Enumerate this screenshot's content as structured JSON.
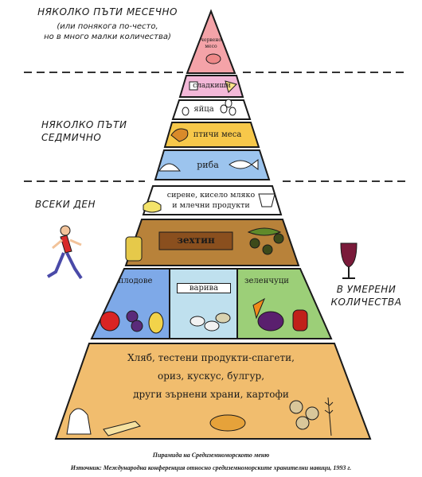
{
  "sections": {
    "monthly": {
      "title": "НЯКОЛКО ПЪТИ МЕСЕЧНО",
      "note_line1": "(или понякога по-често,",
      "note_line2": "но в много малки количества)"
    },
    "weekly": {
      "line1": "НЯКОЛКО ПЪТИ",
      "line2": "СЕДМИЧНО"
    },
    "daily": {
      "title": "ВСЕКИ ДЕН"
    },
    "moderate": {
      "line1": "В УМЕРЕНИ",
      "line2": "КОЛИЧЕСТВА"
    }
  },
  "tiers": {
    "red_meat": {
      "line1": "червено",
      "line2": "месо"
    },
    "sweets": "сладкиши",
    "eggs": "яйца",
    "poultry": "птичи меса",
    "fish": "риба",
    "dairy": {
      "line1": "сирене, кисело мляко",
      "line2": "и млечни продукти"
    },
    "olive_oil": "зехтин",
    "fruits": "плодове",
    "legumes": "варива",
    "vegetables": "зеленчуци",
    "grains": {
      "line1": "Хляб, тестени продукти-спагети,",
      "line2": "ориз, кускус, булгур,",
      "line3": "други зърнени храни, картофи"
    }
  },
  "caption": {
    "title": "Пирамида на Средиземноморското меню",
    "source": "Източник: Международна конференция относно средиземноморските хранителни навици, 1993 г."
  },
  "colors": {
    "red_meat": "#f4a3a8",
    "sweets": "#f3b8d8",
    "eggs": "#ffffff",
    "poultry": "#f7c84a",
    "fish": "#9cc4ee",
    "dairy": "#ffffff",
    "olive_oil": "#b8823a",
    "fruits": "#7ea9e8",
    "legumes": "#bfe0ee",
    "vegetables": "#9ccf78",
    "grains": "#f1bd6e",
    "outline": "#1a1a1a"
  }
}
